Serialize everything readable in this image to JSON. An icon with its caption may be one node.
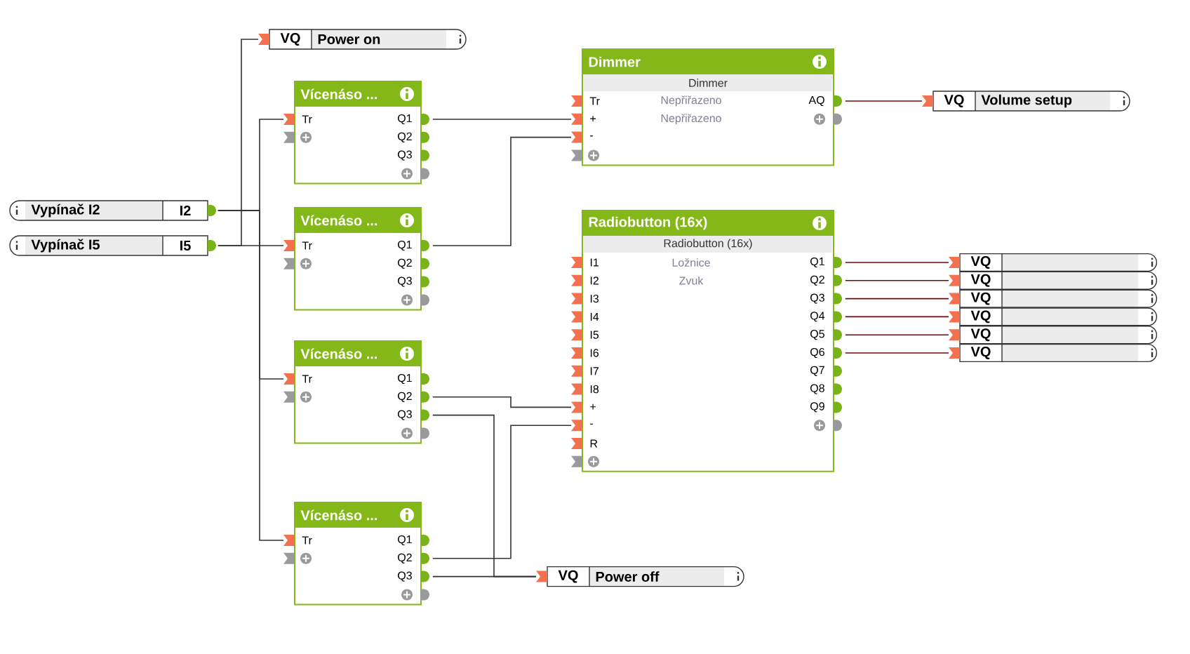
{
  "diagram": {
    "nodes": [
      {
        "text": [
          "VQ",
          "Power on"
        ]
      },
      {
        "text": [
          "Vícenáso ...",
          "Tr",
          "Q1",
          "Q2",
          "Q3"
        ]
      },
      {
        "text": [
          "Dimmer",
          "Dimmer",
          "Tr",
          "Nepřiřazeno",
          "AQ",
          "+",
          "Nepřiřazeno",
          "-"
        ]
      },
      {
        "text": [
          "VQ",
          "Volume setup"
        ]
      },
      {
        "text": [
          "Vypínač I2",
          "I2"
        ]
      },
      {
        "text": [
          "Vypínač I5",
          "I5"
        ]
      },
      {
        "text": [
          "Vícenáso ...",
          "Tr",
          "Q1",
          "Q2",
          "Q3"
        ]
      },
      {
        "text": [
          "Radiobutton (16x)",
          "Radiobutton (16x)",
          "I1",
          "Ložnice",
          "Q1",
          "I2",
          "Zvuk",
          "Q2",
          "I3",
          "Q3",
          "I4",
          "Q4",
          "I5",
          "Q5",
          "I6",
          "Q6",
          "I7",
          "Q7",
          "I8",
          "Q8",
          "+",
          "Q9",
          "-",
          "R"
        ]
      },
      {
        "text": [
          "VQ"
        ]
      },
      {
        "text": [
          "VQ"
        ]
      },
      {
        "text": [
          "VQ"
        ]
      },
      {
        "text": [
          "VQ"
        ]
      },
      {
        "text": [
          "VQ"
        ]
      },
      {
        "text": [
          "VQ"
        ]
      },
      {
        "text": [
          "Vícenáso ...",
          "Tr",
          "Q1",
          "Q2",
          "Q3"
        ]
      },
      {
        "text": [
          "Vícenáso ...",
          "Tr",
          "Q1",
          "Q2",
          "Q3"
        ]
      },
      {
        "text": [
          "VQ",
          "Power off"
        ]
      }
    ],
    "edges": [
      {
        "from": 4,
        "to": 1,
        "arrow": "none"
      },
      {
        "from": 4,
        "to": 14,
        "arrow": "none"
      },
      {
        "from": 4,
        "to": 15,
        "arrow": "none"
      },
      {
        "from": 5,
        "to": 0,
        "arrow": "none"
      },
      {
        "from": 5,
        "to": 6,
        "arrow": "none"
      },
      {
        "from": 1,
        "to": 2,
        "arrow": "none"
      },
      {
        "from": 6,
        "to": 2,
        "arrow": "none"
      },
      {
        "from": 2,
        "to": 3,
        "arrow": "none",
        "color": "#800000"
      },
      {
        "from": 7,
        "to": 8,
        "arrow": "none",
        "color": "#800000"
      },
      {
        "from": 7,
        "to": 9,
        "arrow": "none",
        "color": "#800000"
      },
      {
        "from": 7,
        "to": 10,
        "arrow": "none",
        "color": "#800000"
      },
      {
        "from": 7,
        "to": 11,
        "arrow": "none",
        "color": "#800000"
      },
      {
        "from": 7,
        "to": 12,
        "arrow": "none",
        "color": "#800000"
      },
      {
        "from": 7,
        "to": 13,
        "arrow": "none",
        "color": "#800000"
      },
      {
        "from": 14,
        "to": 7,
        "arrow": "none"
      },
      {
        "from": 15,
        "to": 7,
        "arrow": "none"
      },
      {
        "from": 14,
        "to": 16,
        "arrow": "none"
      },
      {
        "from": 15,
        "to": 16,
        "arrow": "none"
      }
    ]
  }
}
